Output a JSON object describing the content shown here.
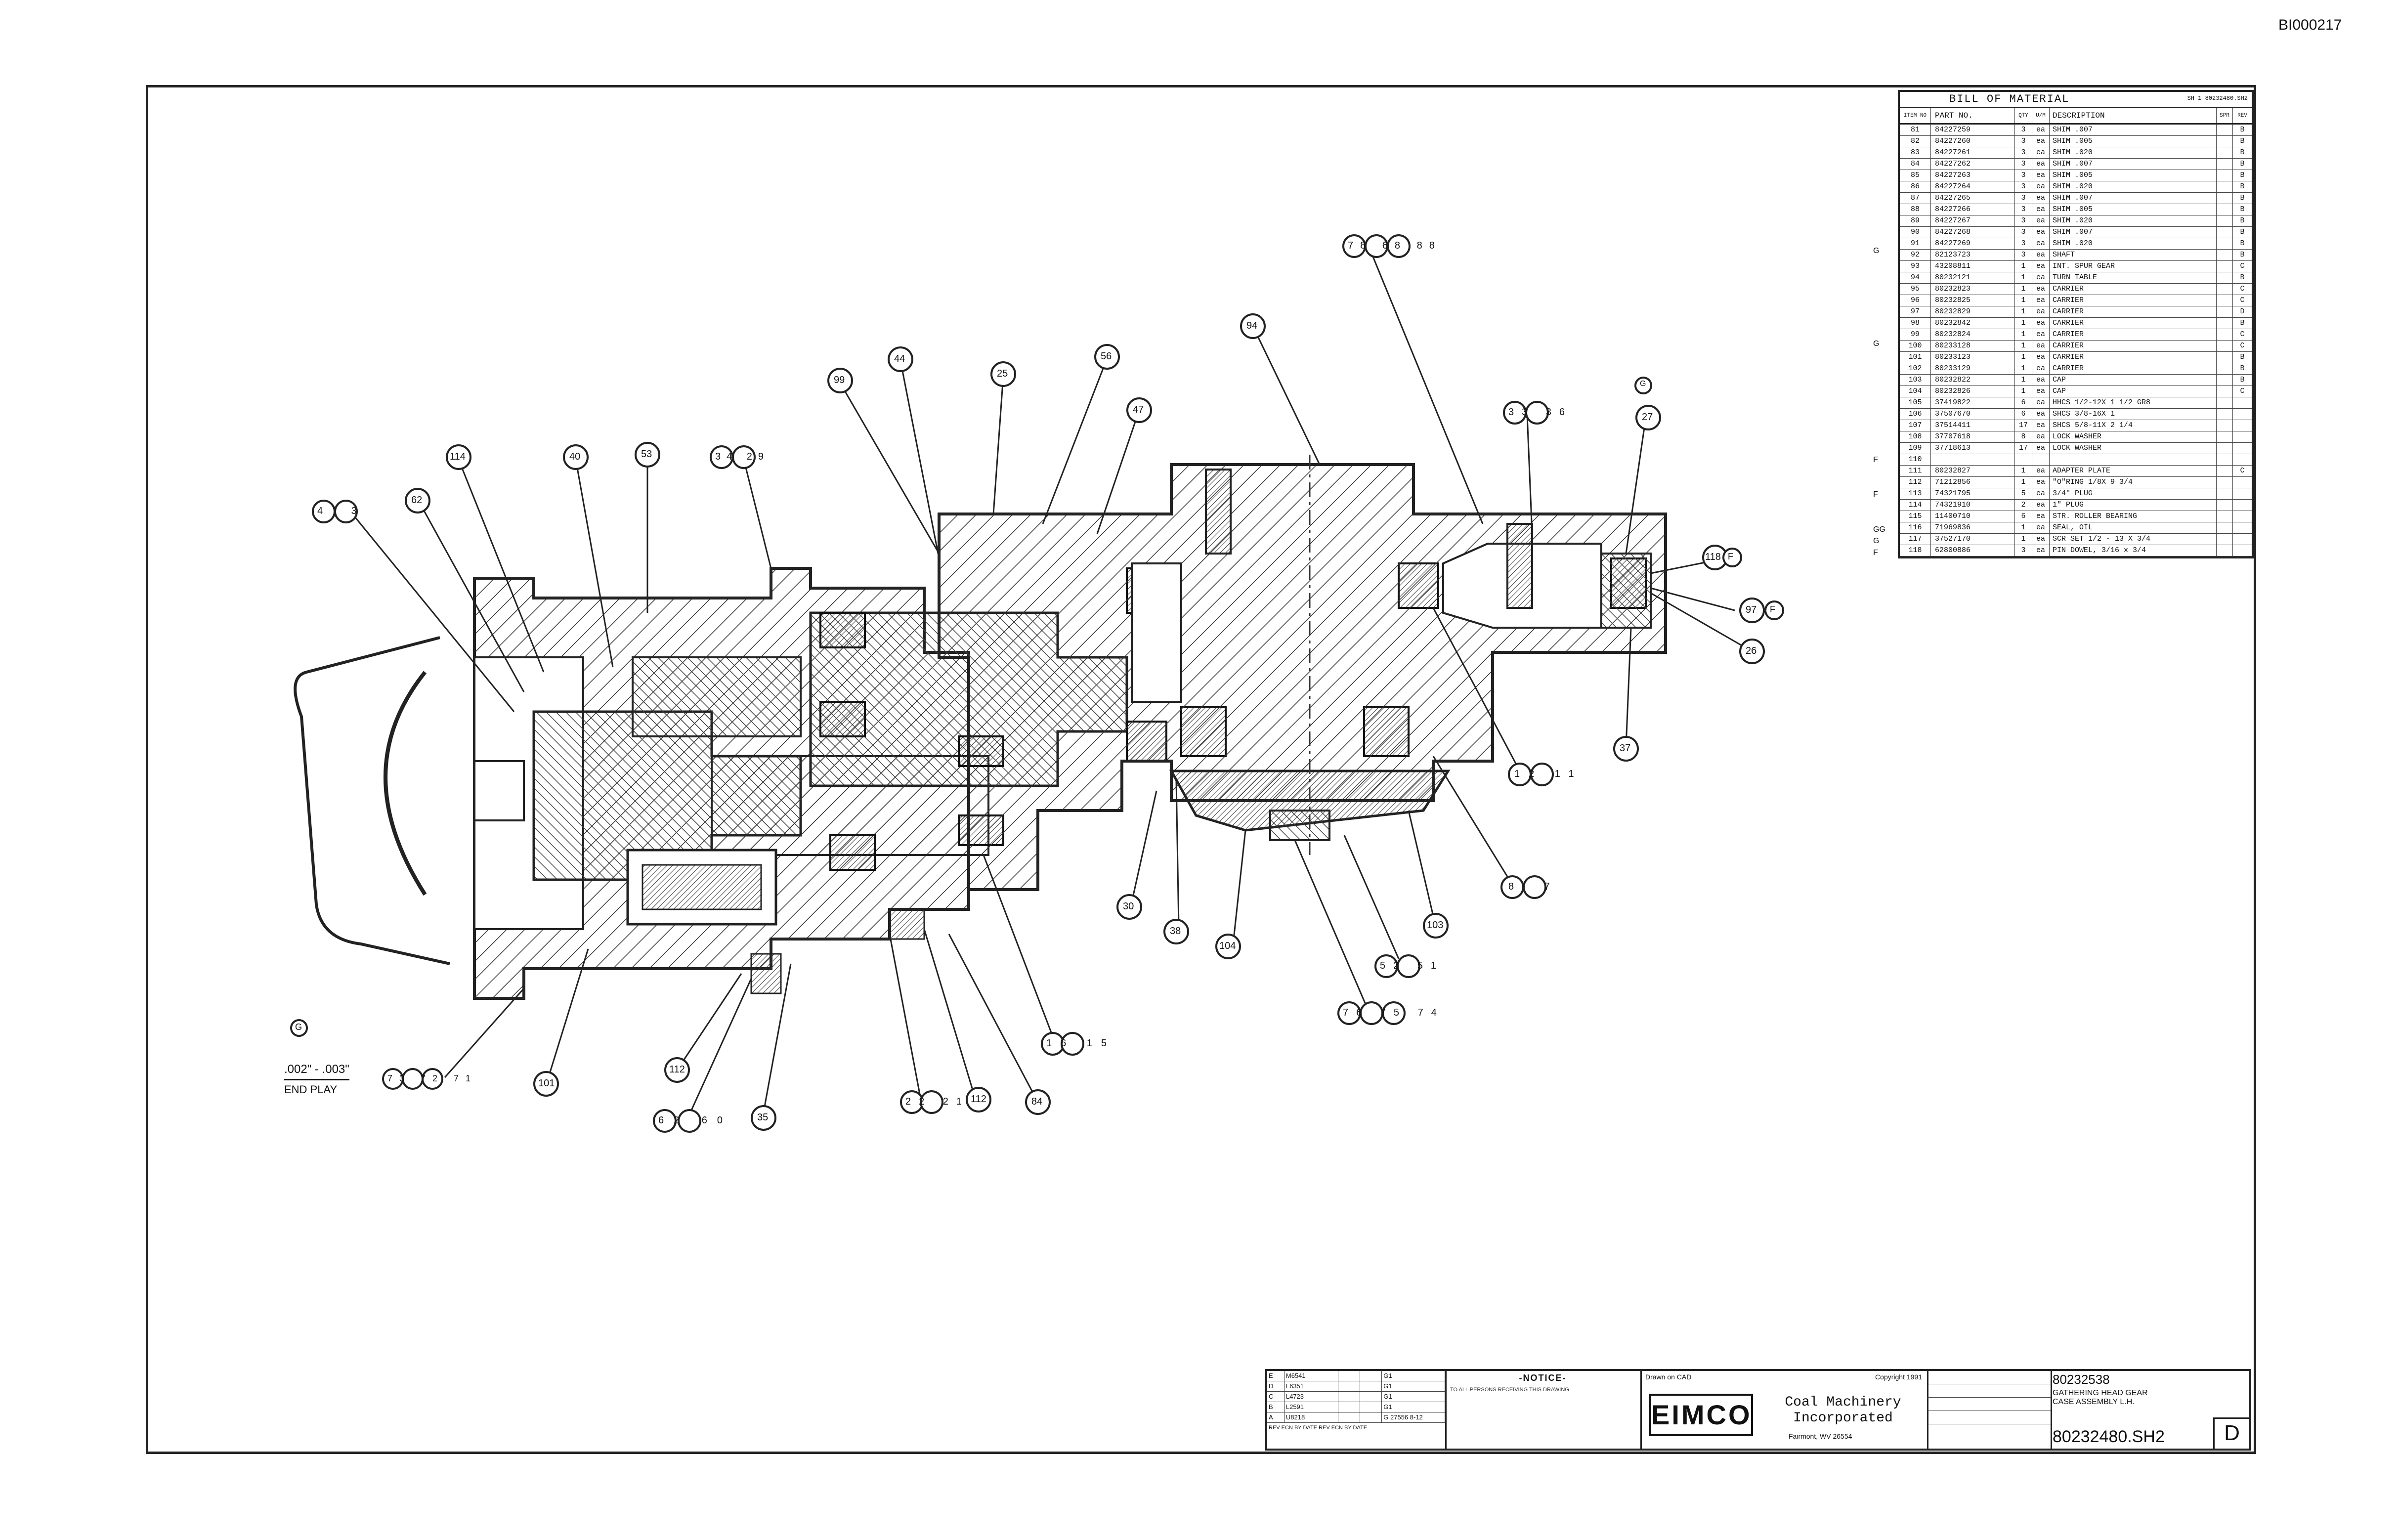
{
  "doc_id": "BI000217",
  "bom": {
    "title": "BILL OF MATERIAL",
    "sheet_ref": "SH 1 80232480.SH2",
    "headers": [
      "ITEM NO",
      "PART NO.",
      "QTY",
      "U/M",
      "DESCRIPTION",
      "SPR",
      "REV"
    ],
    "rows": [
      {
        "flag": "",
        "item": "81",
        "part": "84227259",
        "qty": "3",
        "um": "ea",
        "desc": "SHIM .007",
        "rev": "B"
      },
      {
        "flag": "",
        "item": "82",
        "part": "84227260",
        "qty": "3",
        "um": "ea",
        "desc": "SHIM .005",
        "rev": "B"
      },
      {
        "flag": "",
        "item": "83",
        "part": "84227261",
        "qty": "3",
        "um": "ea",
        "desc": "SHIM .020",
        "rev": "B"
      },
      {
        "flag": "",
        "item": "84",
        "part": "84227262",
        "qty": "3",
        "um": "ea",
        "desc": "SHIM .007",
        "rev": "B"
      },
      {
        "flag": "",
        "item": "85",
        "part": "84227263",
        "qty": "3",
        "um": "ea",
        "desc": "SHIM .005",
        "rev": "B"
      },
      {
        "flag": "",
        "item": "86",
        "part": "84227264",
        "qty": "3",
        "um": "ea",
        "desc": "SHIM .020",
        "rev": "B"
      },
      {
        "flag": "",
        "item": "87",
        "part": "84227265",
        "qty": "3",
        "um": "ea",
        "desc": "SHIM .007",
        "rev": "B"
      },
      {
        "flag": "",
        "item": "88",
        "part": "84227266",
        "qty": "3",
        "um": "ea",
        "desc": "SHIM .005",
        "rev": "B"
      },
      {
        "flag": "",
        "item": "89",
        "part": "84227267",
        "qty": "3",
        "um": "ea",
        "desc": "SHIM .020",
        "rev": "B"
      },
      {
        "flag": "",
        "item": "90",
        "part": "84227268",
        "qty": "3",
        "um": "ea",
        "desc": "SHIM .007",
        "rev": "B"
      },
      {
        "flag": "",
        "item": "91",
        "part": "84227269",
        "qty": "3",
        "um": "ea",
        "desc": "SHIM .020",
        "rev": "B"
      },
      {
        "flag": "G",
        "item": "92",
        "part": "82123723",
        "qty": "3",
        "um": "ea",
        "desc": "SHAFT",
        "rev": "B"
      },
      {
        "flag": "",
        "item": "93",
        "part": "43208811",
        "qty": "1",
        "um": "ea",
        "desc": "INT. SPUR GEAR",
        "rev": "C"
      },
      {
        "flag": "",
        "item": "94",
        "part": "80232121",
        "qty": "1",
        "um": "ea",
        "desc": "TURN TABLE",
        "rev": "B"
      },
      {
        "flag": "",
        "item": "95",
        "part": "80232823",
        "qty": "1",
        "um": "ea",
        "desc": "CARRIER",
        "rev": "C"
      },
      {
        "flag": "",
        "item": "96",
        "part": "80232825",
        "qty": "1",
        "um": "ea",
        "desc": "CARRIER",
        "rev": "C"
      },
      {
        "flag": "",
        "item": "97",
        "part": "80232829",
        "qty": "1",
        "um": "ea",
        "desc": "CARRIER",
        "rev": "D"
      },
      {
        "flag": "",
        "item": "98",
        "part": "80232842",
        "qty": "1",
        "um": "ea",
        "desc": "CARRIER",
        "rev": "B"
      },
      {
        "flag": "",
        "item": "99",
        "part": "80232824",
        "qty": "1",
        "um": "ea",
        "desc": "CARRIER",
        "rev": "C"
      },
      {
        "flag": "G",
        "item": "100",
        "part": "80233128",
        "qty": "1",
        "um": "ea",
        "desc": "CARRIER",
        "rev": "C"
      },
      {
        "flag": "",
        "item": "101",
        "part": "80233123",
        "qty": "1",
        "um": "ea",
        "desc": "CARRIER",
        "rev": "B"
      },
      {
        "flag": "",
        "item": "102",
        "part": "80233129",
        "qty": "1",
        "um": "ea",
        "desc": "CARRIER",
        "rev": "B"
      },
      {
        "flag": "",
        "item": "103",
        "part": "80232822",
        "qty": "1",
        "um": "ea",
        "desc": "CAP",
        "rev": "B"
      },
      {
        "flag": "",
        "item": "104",
        "part": "80232826",
        "qty": "1",
        "um": "ea",
        "desc": "CAP",
        "rev": "C"
      },
      {
        "flag": "",
        "item": "105",
        "part": "37419822",
        "qty": "6",
        "um": "ea",
        "desc": "HHCS 1/2-12X 1 1/2 GR8",
        "rev": ""
      },
      {
        "flag": "",
        "item": "106",
        "part": "37507670",
        "qty": "6",
        "um": "ea",
        "desc": "SHCS 3/8-16X 1",
        "rev": ""
      },
      {
        "flag": "",
        "item": "107",
        "part": "37514411",
        "qty": "17",
        "um": "ea",
        "desc": "SHCS 5/8-11X 2 1/4",
        "rev": ""
      },
      {
        "flag": "",
        "item": "108",
        "part": "37707618",
        "qty": "8",
        "um": "ea",
        "desc": "LOCK WASHER",
        "rev": ""
      },
      {
        "flag": "",
        "item": "109",
        "part": "37718613",
        "qty": "17",
        "um": "ea",
        "desc": "LOCK WASHER",
        "rev": ""
      },
      {
        "flag": "F",
        "item": "110",
        "part": "",
        "qty": "",
        "um": "",
        "desc": "",
        "rev": ""
      },
      {
        "flag": "",
        "item": "111",
        "part": "80232827",
        "qty": "1",
        "um": "ea",
        "desc": "ADAPTER PLATE",
        "rev": "C"
      },
      {
        "flag": "",
        "item": "112",
        "part": "71212856",
        "qty": "1",
        "um": "ea",
        "desc": "\"O\"RING 1/8X 9 3/4",
        "rev": ""
      },
      {
        "flag": "F",
        "item": "113",
        "part": "74321795",
        "qty": "5",
        "um": "ea",
        "desc": "3/4\" PLUG",
        "rev": ""
      },
      {
        "flag": "",
        "item": "114",
        "part": "74321910",
        "qty": "2",
        "um": "ea",
        "desc": "1\" PLUG",
        "rev": ""
      },
      {
        "flag": "",
        "item": "115",
        "part": "11400710",
        "qty": "6",
        "um": "ea",
        "desc": "STR. ROLLER BEARING",
        "rev": ""
      },
      {
        "flag": "GG",
        "item": "116",
        "part": "71969836",
        "qty": "1",
        "um": "ea",
        "desc": "SEAL, OIL",
        "rev": ""
      },
      {
        "flag": "G",
        "item": "117",
        "part": "37527170",
        "qty": "1",
        "um": "ea",
        "desc": "SCR SET 1/2 - 13 X 3/4",
        "rev": ""
      },
      {
        "flag": "F",
        "item": "118",
        "part": "62800886",
        "qty": "3",
        "um": "ea",
        "desc": "PIN DOWEL, 3/16 x 3/4",
        "rev": ""
      }
    ]
  },
  "callouts": {
    "c_43": "4 3",
    "c_62": "62",
    "c_114": "114",
    "c_40": "40",
    "c_53": "53",
    "c_3429": "34 29",
    "c_99": "99",
    "c_44": "44",
    "c_25": "25",
    "c_56": "56",
    "c_47": "47",
    "c_94": "94",
    "c_7868": "78 68 88",
    "c_3336": "33 36",
    "c_g": "G",
    "c_27": "27",
    "c_118": "118",
    "c_97": "97",
    "c_26": "26",
    "c_37": "37",
    "c_1211": "12 11",
    "c_87": "8 7",
    "c_103": "103",
    "c_5251": "52 51",
    "c_767574": "76 75 74",
    "c_104": "104",
    "c_38": "38",
    "c_30": "30",
    "c_1615": "16 15",
    "c_84": "84",
    "c_112b": "112",
    "c_2221": "22 21",
    "c_35": "35",
    "c_112a": "112",
    "c_6260": "62 60",
    "c_101": "101",
    "c_737271": "73 72 71",
    "flag_f1": "F",
    "flag_f2": "F",
    "flag_g": "G"
  },
  "end_play": {
    "value": ".002\" - .003\"",
    "label": "END PLAY"
  },
  "title_block": {
    "revisions": [
      {
        "sym": "E",
        "ecn": "M6541",
        "by": "",
        "date": "",
        "rev2": "G1"
      },
      {
        "sym": "D",
        "ecn": "L6351",
        "by": "",
        "date": "",
        "rev2": "G1"
      },
      {
        "sym": "C",
        "ecn": "L4723",
        "by": "",
        "date": "",
        "rev2": "G1"
      },
      {
        "sym": "B",
        "ecn": "L2591",
        "by": "",
        "date": "",
        "rev2": "G1"
      },
      {
        "sym": "A",
        "ecn": "U8218",
        "by": "",
        "date": "",
        "rev2": "G 27556 8-12"
      }
    ],
    "rev_header": "REV ECN BY DATE REV ECN BY DATE",
    "notice_title": "-NOTICE-",
    "notice_body": "TO ALL PERSONS RECEIVING THIS DRAWING",
    "drawn": "Drawn on CAD",
    "copyright": "Copyright 1991",
    "logo": "EIMCO",
    "company": "Coal Machinery Incorporated",
    "city": "Fairmont, WV 26554",
    "part_no": "80232538",
    "title": "GATHERING HEAD GEAR CASE ASSEMBLY L.H.",
    "dwg_no": "80232480.SH2",
    "size": "D"
  }
}
